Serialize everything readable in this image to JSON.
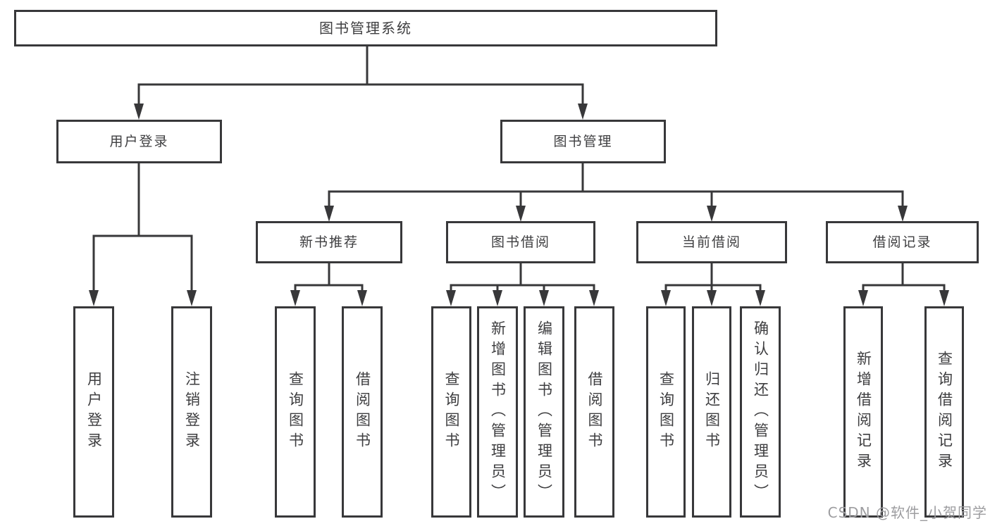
{
  "diagram": {
    "type": "hierarchy-tree",
    "tree": {
      "label": "图书管理系统",
      "children": [
        {
          "label": "用户登录",
          "children": [
            {
              "label": "用户登录"
            },
            {
              "label": "注销登录"
            }
          ]
        },
        {
          "label": "图书管理",
          "children": [
            {
              "label": "新书推荐",
              "children": [
                {
                  "label": "查询图书"
                },
                {
                  "label": "借阅图书"
                }
              ]
            },
            {
              "label": "图书借阅",
              "children": [
                {
                  "label": "查询图书"
                },
                {
                  "label": "新增图书（管理员）"
                },
                {
                  "label": "编辑图书（管理员）"
                },
                {
                  "label": "借阅图书"
                }
              ]
            },
            {
              "label": "当前借阅",
              "children": [
                {
                  "label": "查询图书"
                },
                {
                  "label": "归还图书"
                },
                {
                  "label": "确认归还（管理员）"
                }
              ]
            },
            {
              "label": "借阅记录",
              "children": [
                {
                  "label": "新增借阅记录"
                },
                {
                  "label": "查询借阅记录"
                }
              ]
            }
          ]
        }
      ]
    },
    "colors": {
      "line": "#38383a",
      "box_border": "#38383a",
      "box_fill": "#ffffff",
      "text": "#3e3e40",
      "watermark": "#9d9da0",
      "background": "#ffffff"
    }
  },
  "watermark": {
    "text": "CSDN @软件_小贺同学"
  }
}
